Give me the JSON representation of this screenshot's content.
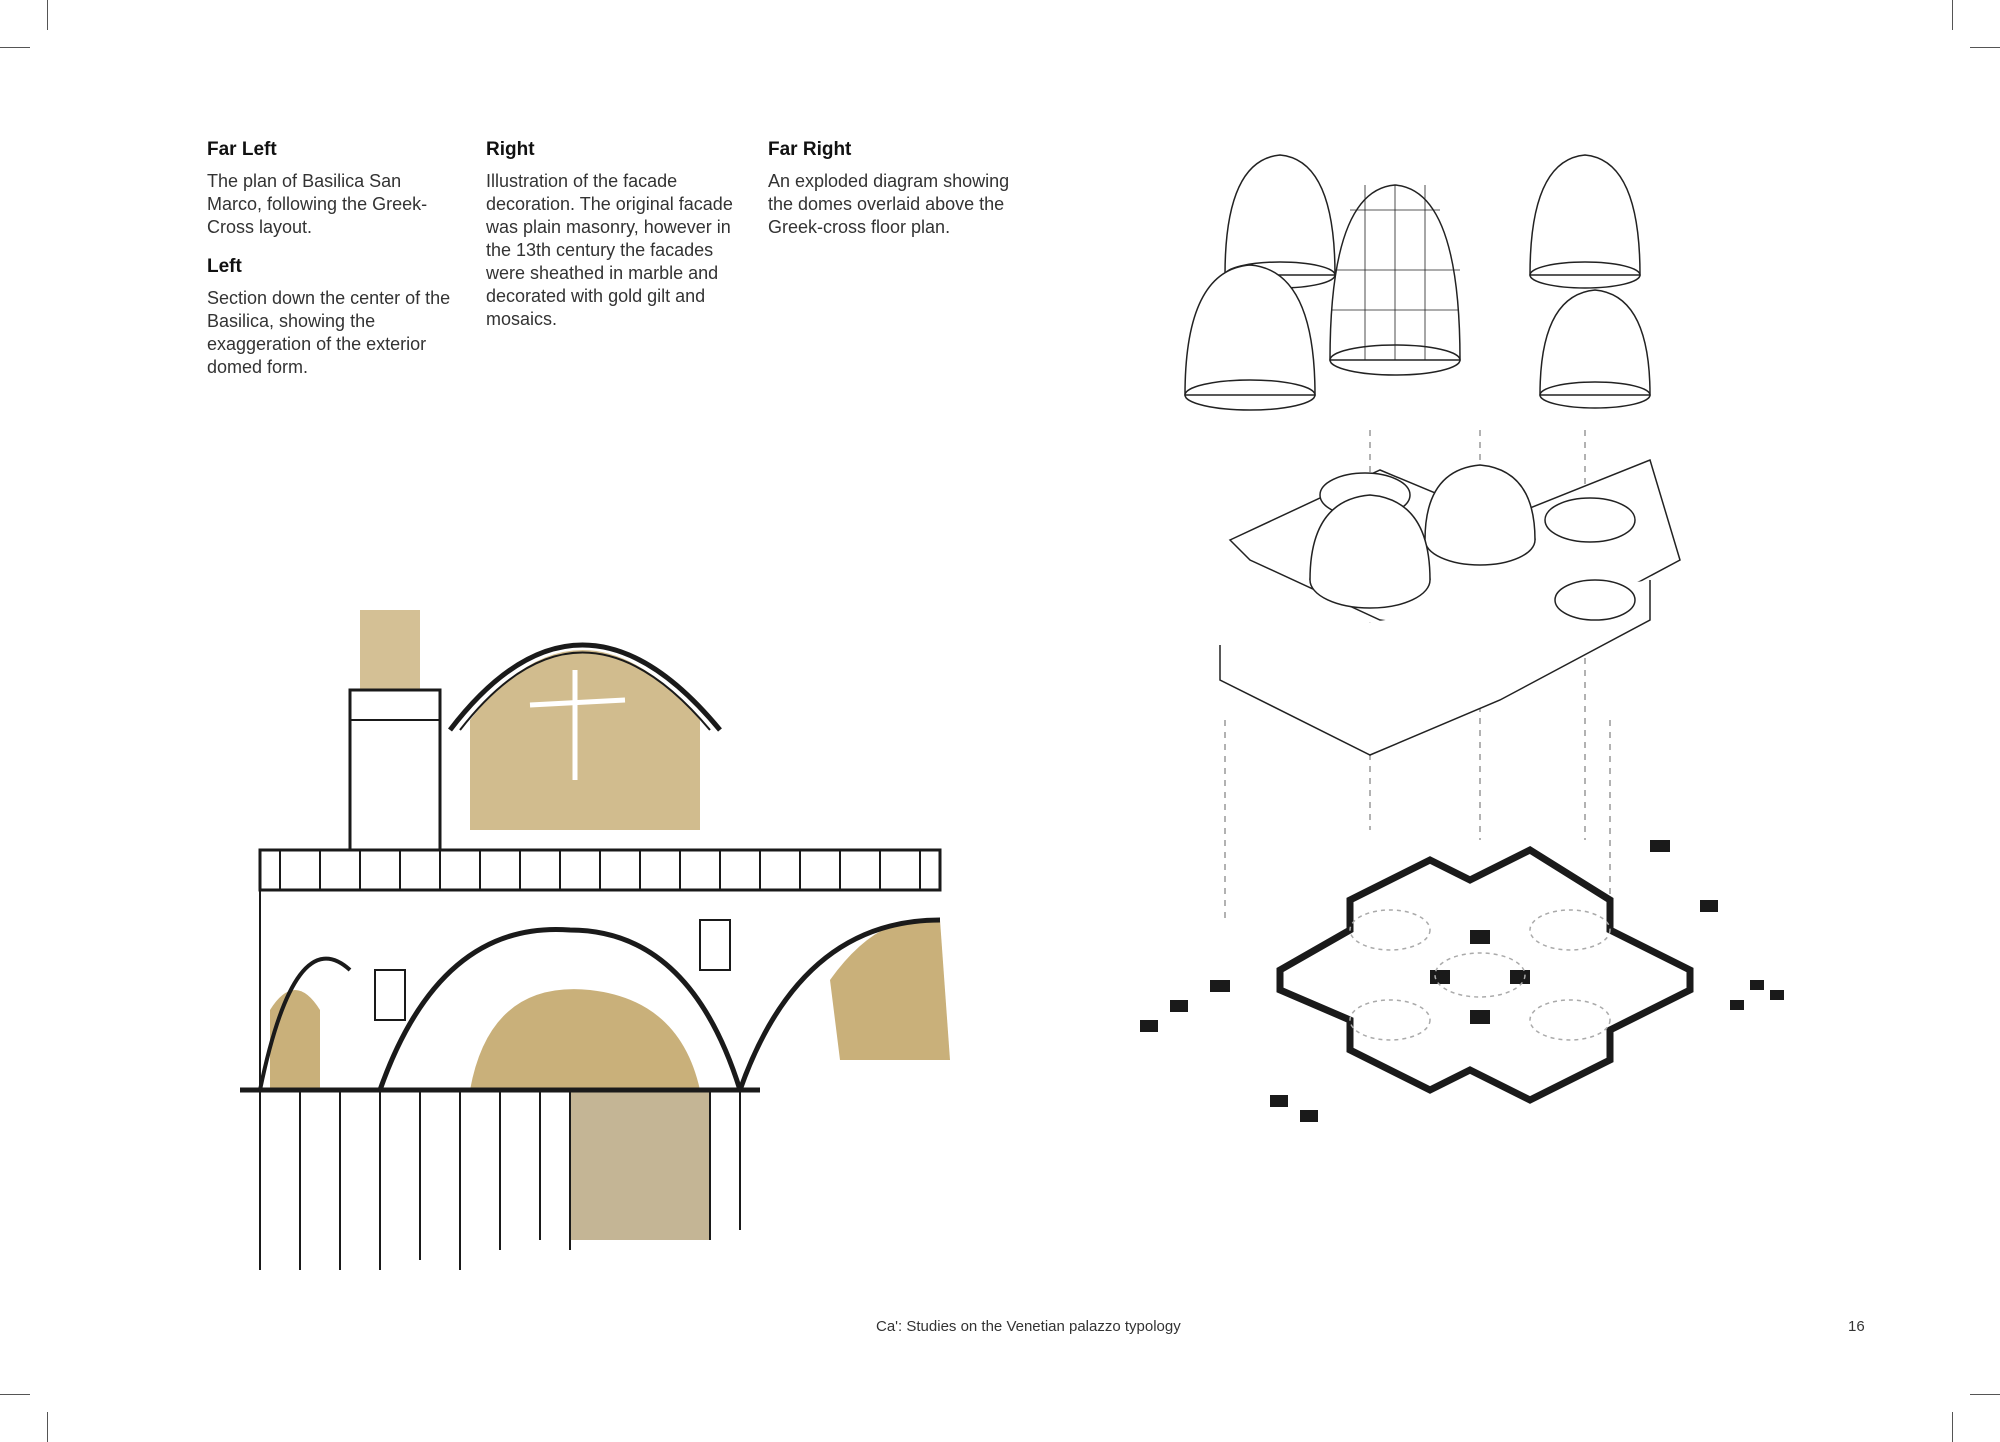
{
  "captions": [
    {
      "heading": "Far Left",
      "body": "The plan of Basilica San Marco, following the Greek-Cross layout."
    },
    {
      "heading": "Left",
      "body": "Section down the center of the Basilica, showing the exaggeration of the exterior domed form."
    },
    {
      "heading": "Right",
      "body": "Illustration of the facade decoration. The original facade was plain masonry, however in the 13th century the facades were sheathed in marble and decorated with gold gilt and mosaics."
    },
    {
      "heading": "Far Right",
      "body": "An exploded diagram showing the domes overlaid above the Greek-cross floor plan."
    }
  ],
  "footer": {
    "title": "Ca': Studies on the Venetian palazzo typology",
    "page_number": "16"
  },
  "colors": {
    "gold": "#c9b07a",
    "ink": "#1a1a1a",
    "text": "#333333"
  }
}
